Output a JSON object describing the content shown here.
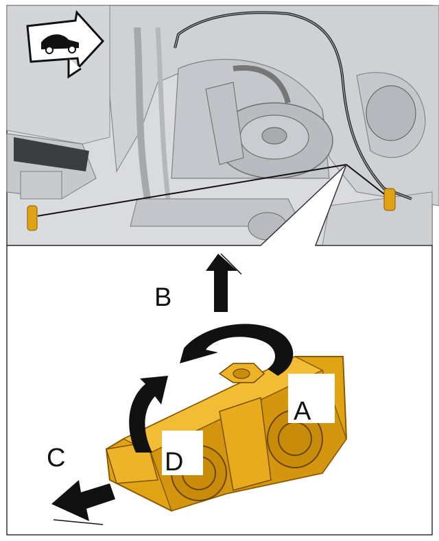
{
  "callouts": {
    "a": "A",
    "b": "B",
    "c": "C",
    "d": "D"
  },
  "colors": {
    "part": "#e0a313",
    "part_dark": "#b37a08",
    "arrow": "#111111",
    "scene_bg": "#d7d9dc",
    "frame": "#333333"
  },
  "icons": {
    "orientation": "vehicle-direction-arrow-icon"
  }
}
